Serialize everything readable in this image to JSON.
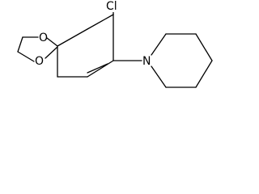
{
  "structure": {
    "atoms": {
      "oxygen_top": "O",
      "oxygen_bottom": "O",
      "chlorine": "Cl",
      "nitrogen": "N"
    }
  },
  "colors": {
    "bond": "#000000",
    "background": "#ffffff"
  }
}
